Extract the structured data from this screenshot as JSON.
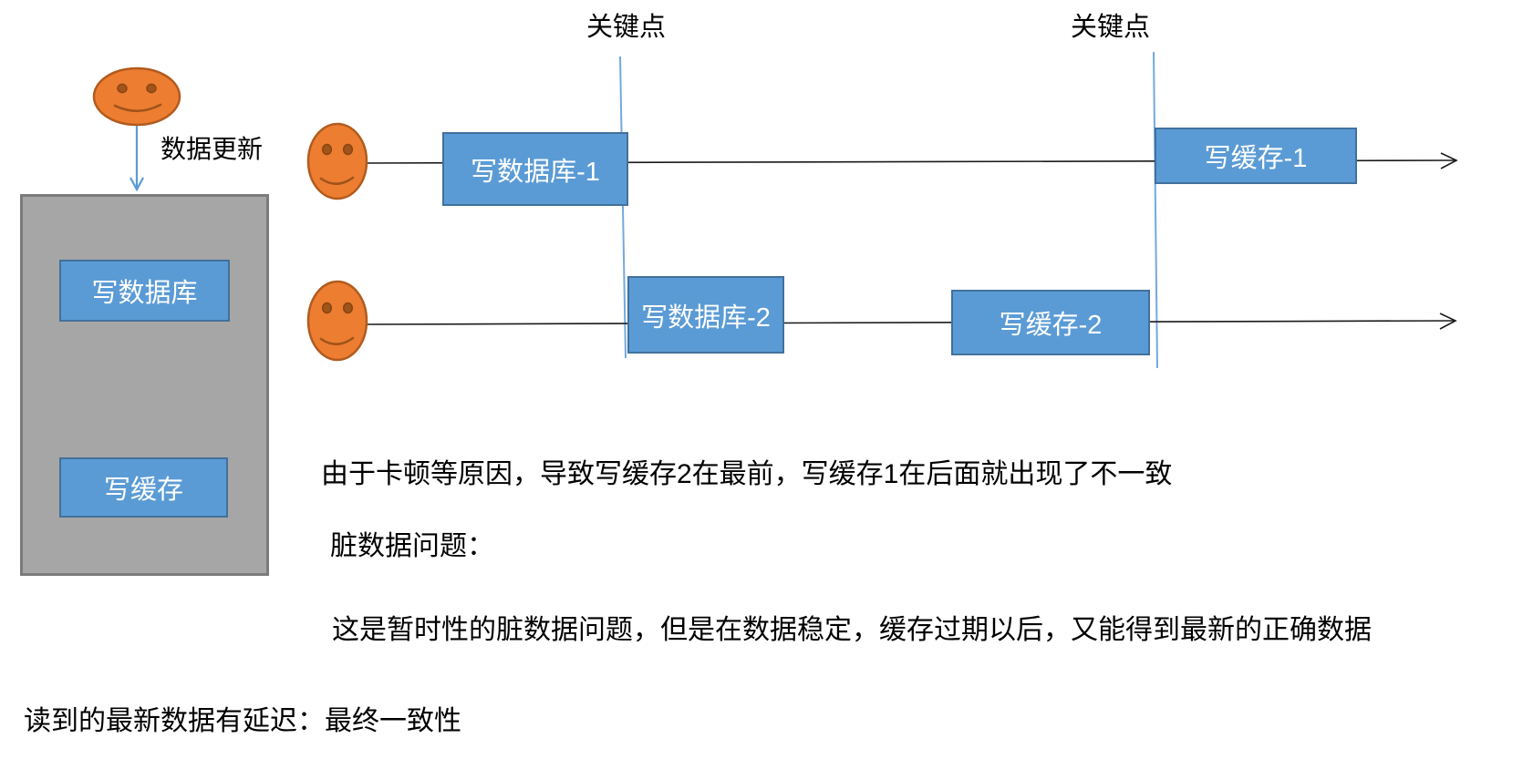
{
  "diagram": {
    "update_label": "数据更新",
    "key_point_labels": {
      "first": "关键点",
      "second": "关键点"
    },
    "system": {
      "write_db": "写数据库",
      "write_cache": "写缓存"
    },
    "timeline_1": {
      "write_db": "写数据库-1",
      "write_cache": "写缓存-1"
    },
    "timeline_2": {
      "write_db": "写数据库-2",
      "write_cache": "写缓存-2"
    },
    "notes": {
      "line1": "由于卡顿等原因，导致写缓存2在最前，写缓存1在后面就出现了不一致",
      "line2": "脏数据问题：",
      "line3": "这是暂时性的脏数据问题，但是在数据稳定，缓存过期以后，又能得到最新的正确数据",
      "line4": "读到的最新数据有延迟：最终一致性"
    },
    "colors": {
      "box_blue": "#5B9BD5",
      "box_blue_border": "#41719C",
      "system_gray": "#A6A6A6",
      "system_gray_border": "#7B7B7B",
      "face_orange": "#ED7D31",
      "face_orange_border": "#B15B1E",
      "key_line_blue": "#74A9DC",
      "timeline_black": "#1A1A1A"
    }
  }
}
